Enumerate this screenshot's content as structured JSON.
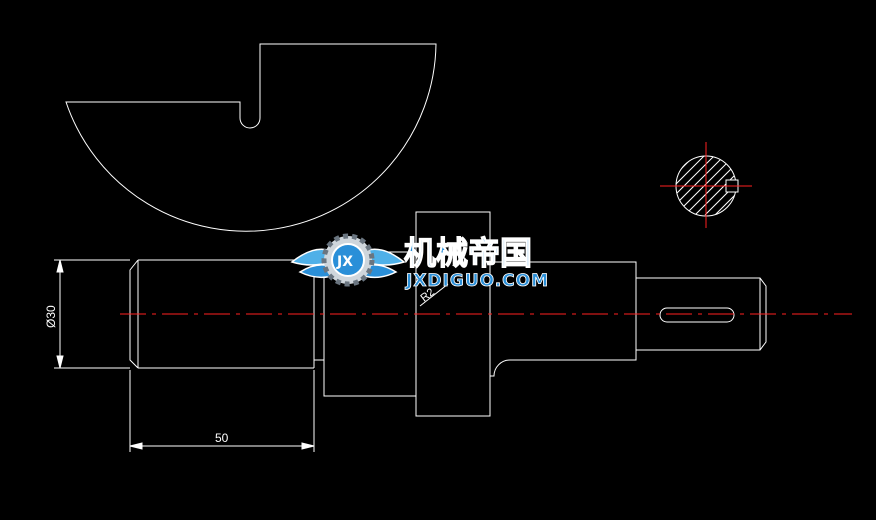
{
  "drawing": {
    "dim_diameter": "Ø30",
    "dim_length": "50",
    "fillet_label": "R2"
  },
  "watermark": {
    "logo_letters": "JX",
    "title": "机械帝国",
    "site": "JXDIGUO.COM"
  },
  "colors": {
    "background": "#000000",
    "lines": "#ffffff",
    "centerline": "#ff2020",
    "watermark_blue": "#2a8fd8"
  }
}
